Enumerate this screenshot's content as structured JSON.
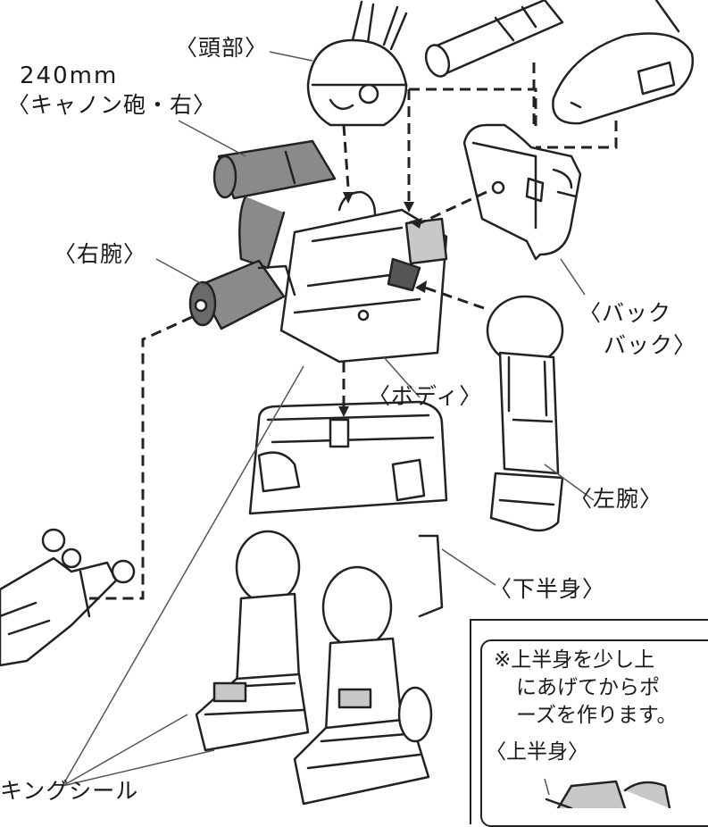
{
  "labels": {
    "head": "〈頭部〉",
    "cannon_size": "240mm",
    "cannon": "〈キャノン砲・右〉",
    "right_arm": "〈右腕〉",
    "backpack_1": "〈バック",
    "backpack_2": "バック〉",
    "body": "〈ボディ〉",
    "left_arm": "〈左腕〉",
    "lower_body": "〈下半身〉",
    "marking_seal": "キングシール"
  },
  "note": {
    "line1": "※上半身を少し上",
    "line2": "にあげてからポ",
    "line3": "ーズを作ります。",
    "upper_body_label": "〈上半身〉"
  },
  "colors": {
    "line": "#222222",
    "gray_part": "#8a8a8a",
    "light_gray": "#c8c8c8"
  }
}
